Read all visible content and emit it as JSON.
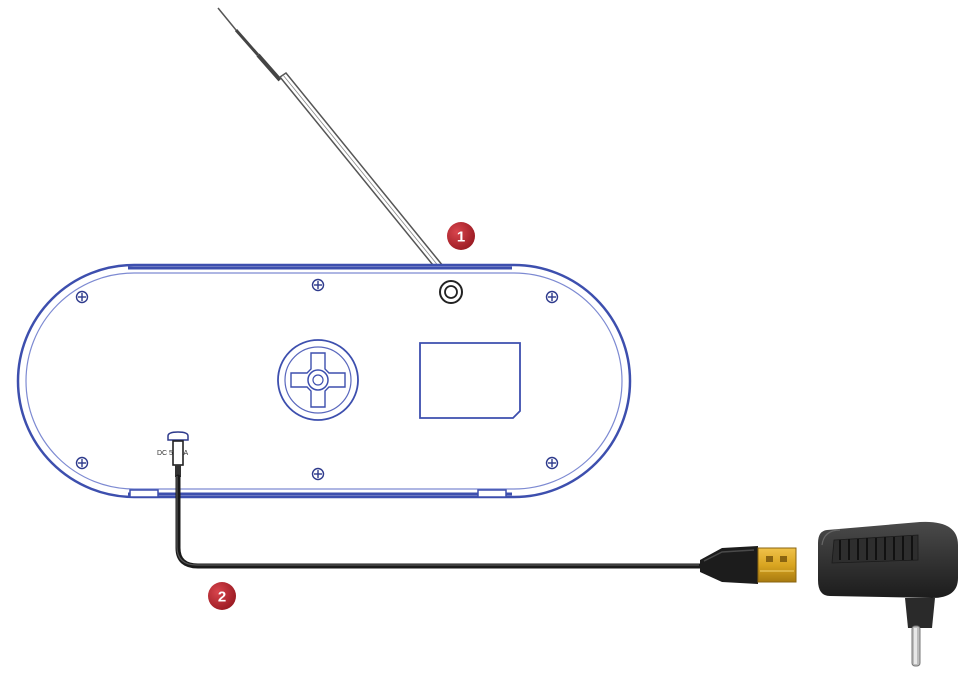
{
  "diagram": {
    "callouts": [
      {
        "id": "antenna",
        "number": "1",
        "color": "#b3222b"
      },
      {
        "id": "power",
        "number": "2",
        "color": "#b3222b"
      }
    ],
    "power_port_label": "DC 5V/2A",
    "colors": {
      "outline": "#3d4fae",
      "cable": "#1a1a1a",
      "usb_plug": "#d9a521",
      "adapter": "#2a2a2a",
      "antenna": "#444444"
    },
    "icons": [
      "antenna",
      "radio-back-panel",
      "speaker-grille",
      "screw",
      "dc-jack",
      "usb-plug",
      "power-adapter"
    ]
  }
}
